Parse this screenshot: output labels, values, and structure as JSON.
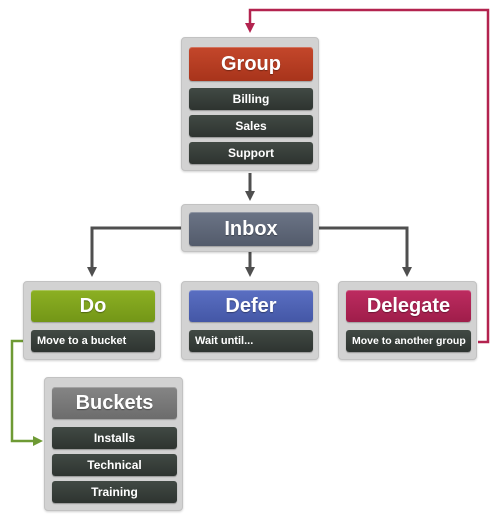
{
  "colors": {
    "group": "#b33b20",
    "inbox": "#5c6577",
    "do": "#7fa21c",
    "defer": "#4d62b4",
    "delegate": "#b02355",
    "buckets": "#7a7a7a",
    "connector": "#4f4f4f",
    "loop_red": "#b3234f",
    "loop_green": "#6e9a34"
  },
  "group": {
    "title": "Group",
    "items": [
      "Billing",
      "Sales",
      "Support"
    ]
  },
  "inbox": {
    "title": "Inbox"
  },
  "do": {
    "title": "Do",
    "action": "Move to a bucket"
  },
  "defer": {
    "title": "Defer",
    "action": "Wait until..."
  },
  "delegate": {
    "title": "Delegate",
    "action": "Move to another group"
  },
  "buckets": {
    "title": "Buckets",
    "items": [
      "Installs",
      "Technical",
      "Training"
    ]
  }
}
